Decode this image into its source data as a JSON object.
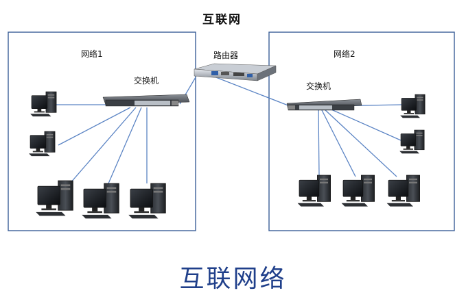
{
  "diagram": {
    "title": "互联网",
    "caption": "互联网络",
    "router_label": "路由器",
    "networks": [
      {
        "label": "网络1",
        "switch_label": "交换机"
      },
      {
        "label": "网络2",
        "switch_label": "交换机"
      }
    ]
  },
  "colors": {
    "frame": "#3b5f98",
    "link": "#5b84c4",
    "caption": "#1f3f8a"
  },
  "icons": [
    "router-icon",
    "switch-icon",
    "computer-icon"
  ]
}
